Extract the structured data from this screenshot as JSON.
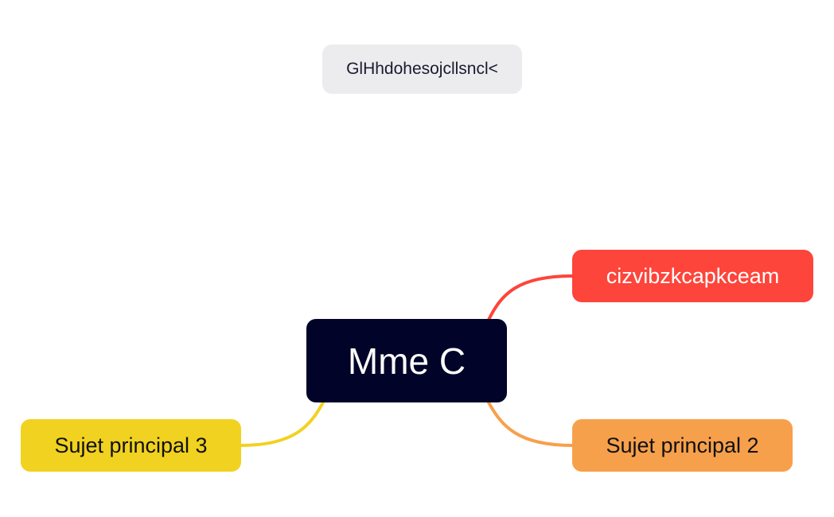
{
  "mindmap": {
    "floating_topic": {
      "label": "GlHhdohesojcllsncl<"
    },
    "central_topic": {
      "label": "Mme C",
      "color": "#010329"
    },
    "branches": [
      {
        "label": "cizvibzkcapkceam",
        "color": "#fd453b"
      },
      {
        "label": "Sujet principal 2",
        "color": "#f7a04c"
      },
      {
        "label": "Sujet principal 3",
        "color": "#f1d220"
      }
    ]
  }
}
